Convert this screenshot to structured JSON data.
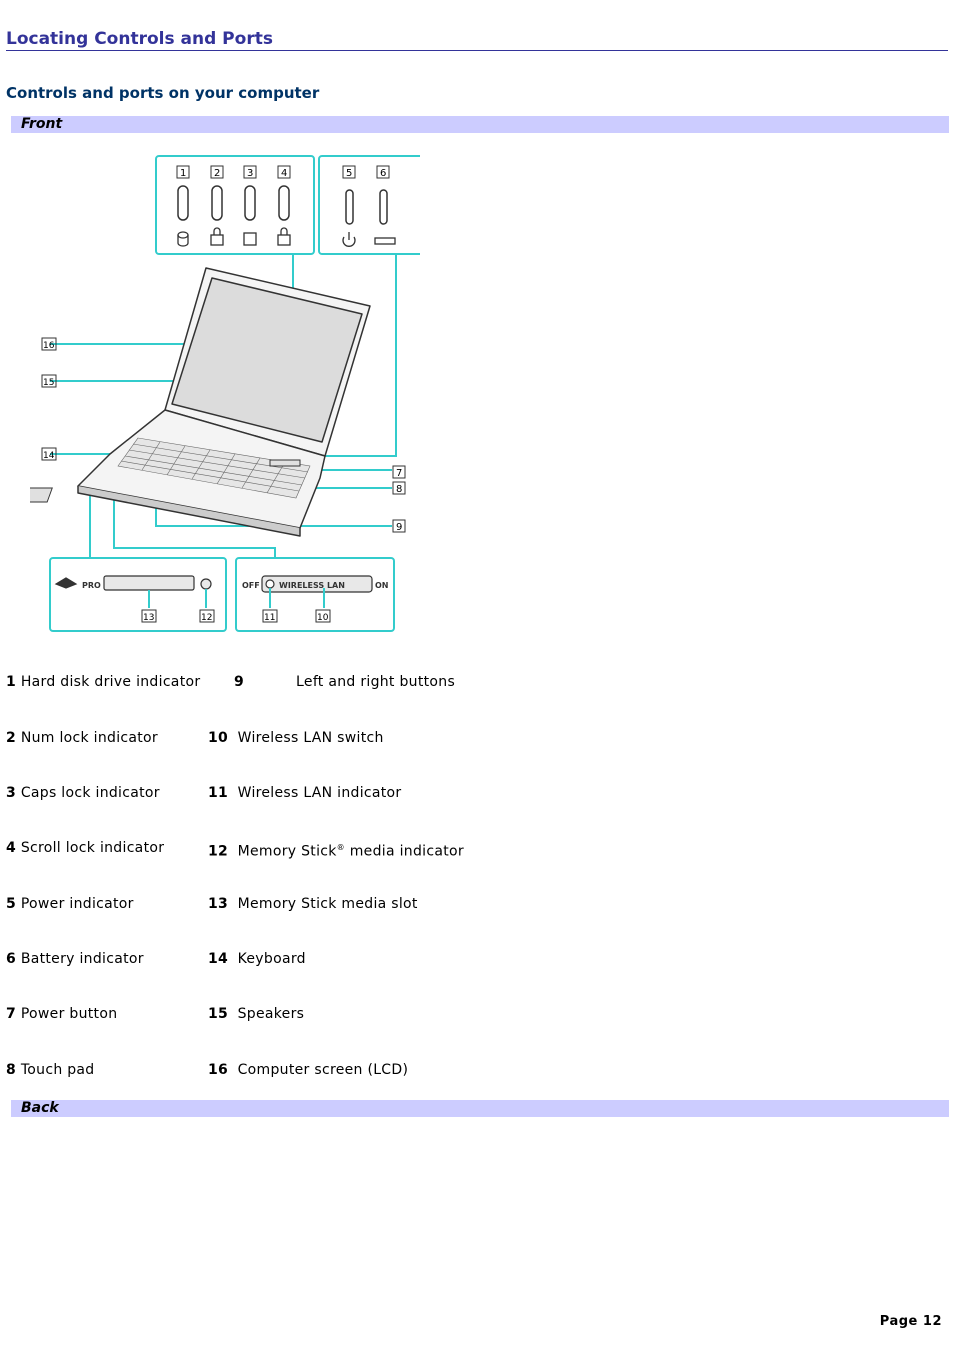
{
  "page": {
    "title": "Locating Controls and Ports",
    "subtitle": "Controls and ports on your computer",
    "section_front": "Front",
    "section_back": "Back",
    "page_label": "Page 12"
  },
  "diagram": {
    "callouts": [
      "1",
      "2",
      "3",
      "4",
      "5",
      "6",
      "7",
      "8",
      "9",
      "10",
      "11",
      "12",
      "13",
      "14",
      "15",
      "16"
    ],
    "switch_off": "OFF",
    "switch_on": "ON",
    "switch_label": "WIRELESS LAN",
    "pro_label": "PRO",
    "colors": {
      "callout": "#33cccc",
      "outline": "#333333"
    }
  },
  "legend": [
    {
      "num": "1",
      "label": "Hard disk drive indicator"
    },
    {
      "num": "2",
      "label": "Num lock indicator"
    },
    {
      "num": "3",
      "label": "Caps lock indicator"
    },
    {
      "num": "4",
      "label": "Scroll lock indicator"
    },
    {
      "num": "5",
      "label": "Power indicator"
    },
    {
      "num": "6",
      "label": "Battery indicator"
    },
    {
      "num": "7",
      "label": "Power button"
    },
    {
      "num": "8",
      "label": "Touch pad"
    },
    {
      "num": "9",
      "label": "Left and right buttons"
    },
    {
      "num": "10",
      "label": "Wireless LAN switch"
    },
    {
      "num": "11",
      "label": "Wireless LAN indicator"
    },
    {
      "num": "12",
      "label": "Memory Stick",
      "sup": "®",
      "label_rest": " media indicator"
    },
    {
      "num": "13",
      "label": "Memory Stick media slot"
    },
    {
      "num": "14",
      "label": "Keyboard"
    },
    {
      "num": "15",
      "label": "Speakers"
    },
    {
      "num": "16",
      "label": "Computer screen (LCD)"
    }
  ]
}
